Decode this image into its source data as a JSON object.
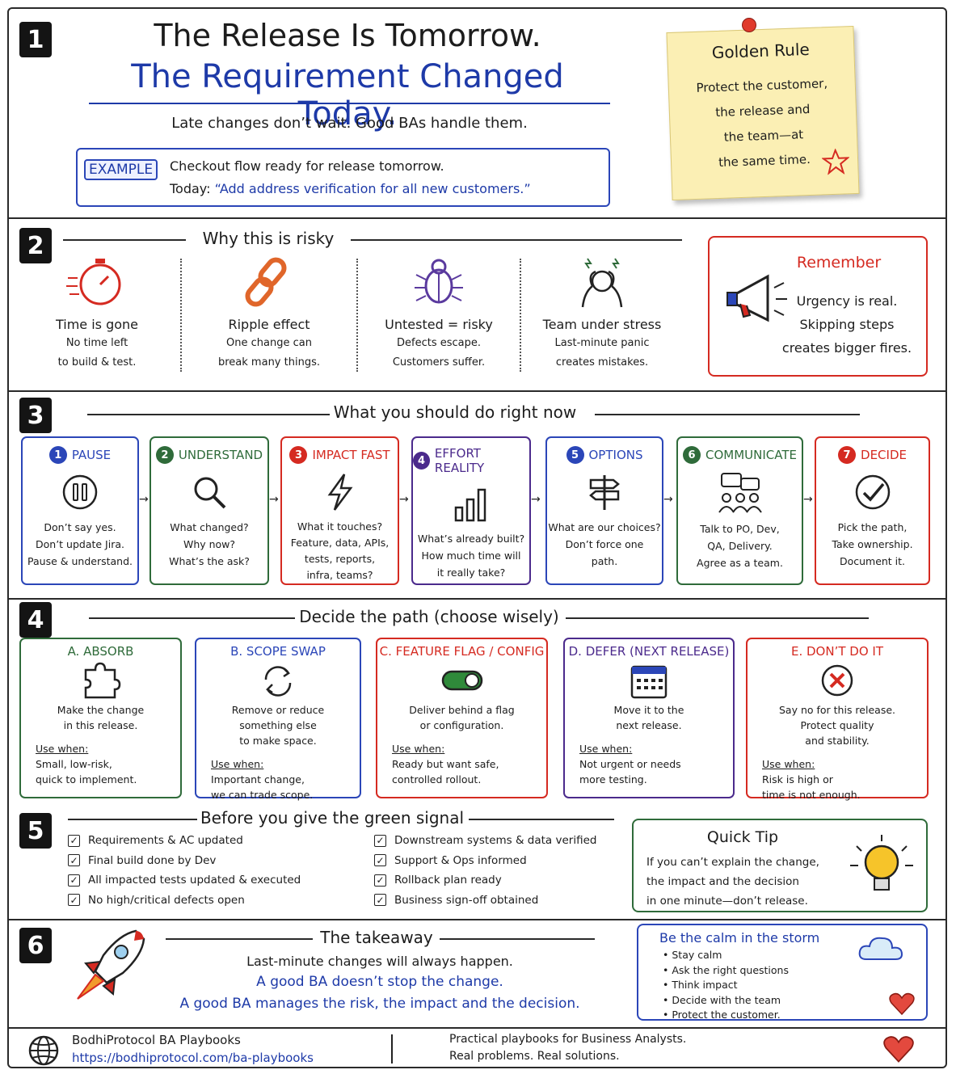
{
  "header": {
    "num": "1",
    "title1": "The Release Is Tomorrow.",
    "title2": "The Requirement Changed Today.",
    "subtitle": "Late changes don’t wait. Good BAs handle them.",
    "example_tag": "EXAMPLE",
    "example_line1": "Checkout flow ready for release tomorrow.",
    "example_today": "Today:",
    "example_quote": "“Add address verification for all new customers.”"
  },
  "golden": {
    "title": "Golden Rule",
    "lines": [
      "Protect the customer,",
      "the release and",
      "the team—at",
      "the same time."
    ]
  },
  "risk": {
    "num": "2",
    "heading": "Why this is risky",
    "items": [
      {
        "icon": "stopwatch-icon",
        "title": "Time is gone",
        "lines": [
          "No time left",
          "to build & test."
        ]
      },
      {
        "icon": "broken-chain-icon",
        "title": "Ripple effect",
        "lines": [
          "One change can",
          "break many things."
        ]
      },
      {
        "icon": "bug-icon",
        "title": "Untested = risky",
        "lines": [
          "Defects escape.",
          "Customers suffer."
        ]
      },
      {
        "icon": "stressed-person-icon",
        "title": "Team under stress",
        "lines": [
          "Last-minute panic",
          "creates mistakes."
        ]
      }
    ],
    "remember": {
      "title": "Remember",
      "lines": [
        "Urgency is real.",
        "Skipping steps",
        "creates bigger fires."
      ]
    }
  },
  "steps": {
    "num": "3",
    "heading": "What you should do right now",
    "items": [
      {
        "n": "1",
        "title": "PAUSE",
        "color": "#2b46b8",
        "icon": "pause-icon",
        "lines": [
          "Don’t say yes.",
          "Don’t update Jira.",
          "Pause & understand."
        ]
      },
      {
        "n": "2",
        "title": "UNDERSTAND",
        "color": "#2f6b3a",
        "icon": "magnifier-icon",
        "lines": [
          "What changed?",
          "Why now?",
          "What’s the ask?"
        ]
      },
      {
        "n": "3",
        "title": "IMPACT FAST",
        "color": "#d52a21",
        "icon": "lightning-icon",
        "lines": [
          "What it touches?",
          "Feature, data, APIs,",
          "tests, reports,",
          "infra, teams?"
        ]
      },
      {
        "n": "4",
        "title": "EFFORT REALITY",
        "color": "#4b2a8c",
        "icon": "bar-chart-icon",
        "lines": [
          "What’s already built?",
          "How much time will",
          "it really take?"
        ]
      },
      {
        "n": "5",
        "title": "OPTIONS",
        "color": "#2b46b8",
        "icon": "signpost-icon",
        "lines": [
          "What are our choices?",
          "Don’t force one",
          "path."
        ]
      },
      {
        "n": "6",
        "title": "COMMUNICATE",
        "color": "#2f6b3a",
        "icon": "team-chat-icon",
        "lines": [
          "Talk to PO, Dev,",
          "QA, Delivery.",
          "Agree as a team."
        ]
      },
      {
        "n": "7",
        "title": "DECIDE",
        "color": "#d52a21",
        "icon": "checkmark-icon",
        "lines": [
          "Pick the path,",
          "Take ownership.",
          "Document it."
        ]
      }
    ]
  },
  "paths": {
    "num": "4",
    "heading": "Decide the path (choose wisely)",
    "use_when": "Use when:",
    "items": [
      {
        "title": "A. ABSORB",
        "color": "#2f6b3a",
        "icon": "puzzle-icon",
        "desc": [
          "Make the change",
          "in this release."
        ],
        "use": [
          "Small, low-risk,",
          "quick to implement."
        ]
      },
      {
        "title": "B. SCOPE SWAP",
        "color": "#2b46b8",
        "icon": "swap-arrows-icon",
        "desc": [
          "Remove or reduce",
          "something else",
          "to make space."
        ],
        "use": [
          "Important change,",
          "we can trade scope."
        ]
      },
      {
        "title": "C. FEATURE FLAG / CONFIG",
        "color": "#d52a21",
        "icon": "toggle-icon",
        "desc": [
          "Deliver behind a flag",
          "or configuration."
        ],
        "use": [
          "Ready but want safe,",
          "controlled rollout."
        ]
      },
      {
        "title": "D. DEFER (NEXT RELEASE)",
        "color": "#4b2a8c",
        "icon": "calendar-icon",
        "desc": [
          "Move it to the",
          "next release."
        ],
        "use": [
          "Not urgent or needs",
          "more testing."
        ]
      },
      {
        "title": "E. DON’T DO IT",
        "color": "#d52a21",
        "icon": "x-circle-icon",
        "desc": [
          "Say no for this release.",
          "Protect quality",
          "and stability."
        ],
        "use": [
          "Risk is high or",
          "time is not enough."
        ]
      }
    ]
  },
  "checklist": {
    "num": "5",
    "heading": "Before you give the green signal",
    "mark": "✓",
    "left": [
      "Requirements & AC updated",
      "Final build done by Dev",
      "All impacted tests updated & executed",
      "No high/critical defects open"
    ],
    "right": [
      "Downstream systems & data verified",
      "Support & Ops informed",
      "Rollback plan ready",
      "Business sign-off obtained"
    ]
  },
  "tip": {
    "title": "Quick Tip",
    "lines": [
      "If you can’t explain the change,",
      "the impact and the decision",
      "in one minute—don’t release."
    ]
  },
  "takeaway": {
    "num": "6",
    "heading": "The takeaway",
    "line1": "Last-minute changes will always happen.",
    "line2": "A good BA doesn’t stop the change.",
    "line3": "A good BA manages the risk, the impact and the decision."
  },
  "calm": {
    "title": "Be the calm in the storm",
    "items": [
      "Stay calm",
      "Ask the right questions",
      "Think impact",
      "Decide with the team",
      "Protect the customer."
    ]
  },
  "footer": {
    "brand": "BodhiProtocol BA Playbooks",
    "url": "https://bodhiprotocol.com/ba-playbooks",
    "tag1": "Practical playbooks for Business Analysts.",
    "tag2": "Real problems. Real solutions."
  },
  "colors": {
    "blue": "#1e3aa8",
    "red": "#d52a21",
    "green": "#2f6b3a",
    "purple": "#4b2a8c",
    "note": "#fbefb4"
  }
}
